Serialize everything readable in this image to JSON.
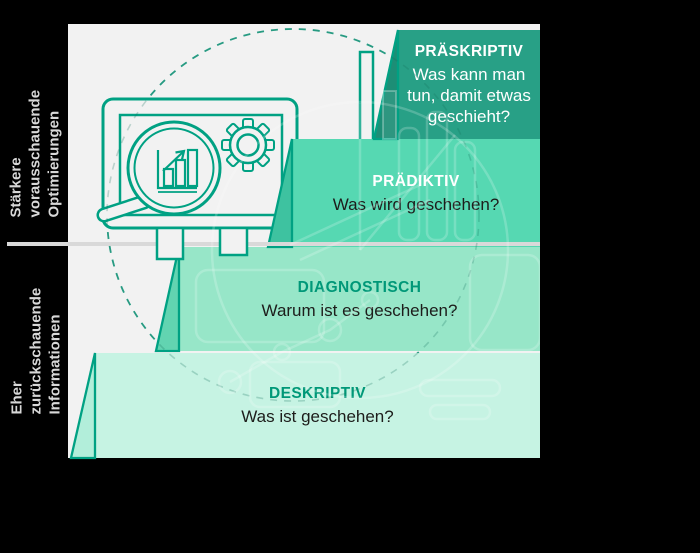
{
  "diagram": {
    "type": "analytics-maturity-steps",
    "axis": {
      "top_label": {
        "lines": [
          "Stärkere",
          "vorausschauende",
          "Optimierungen"
        ]
      },
      "bottom_label": {
        "lines": [
          "Eher",
          "zurückschauende",
          "Informationen"
        ]
      }
    },
    "steps": [
      {
        "title": "PRÄSKRIPTIV",
        "question": "Was kann man tun, damit etwas geschieht?"
      },
      {
        "title": "PRÄDIKTIV",
        "question": "Was wird geschehen?"
      },
      {
        "title": "DIAGNOSTISCH",
        "question": "Warum ist es geschehen?"
      },
      {
        "title": "DESKRIPTIV",
        "question": "Was ist geschehen?"
      }
    ],
    "icons": [
      "monitor-icon",
      "magnifier-icon",
      "bar-chart-icon",
      "gear-icon",
      "dashed-circle-icon",
      "analytics-watermark"
    ],
    "colors": {
      "background": "#000000",
      "panel": "#f2f2f2",
      "outline_teal": "#00a183",
      "step_1": "#28a086",
      "step_2": "#56d8b2",
      "step_3": "#97e6c8",
      "step_4": "#c6f3e3",
      "divider_gray": "#d9d9d9",
      "heading_teal": "#009878",
      "text_dark": "#1d1d1b",
      "text_light": "#ffffff",
      "side_label_gray": "#d8d8d8"
    }
  }
}
